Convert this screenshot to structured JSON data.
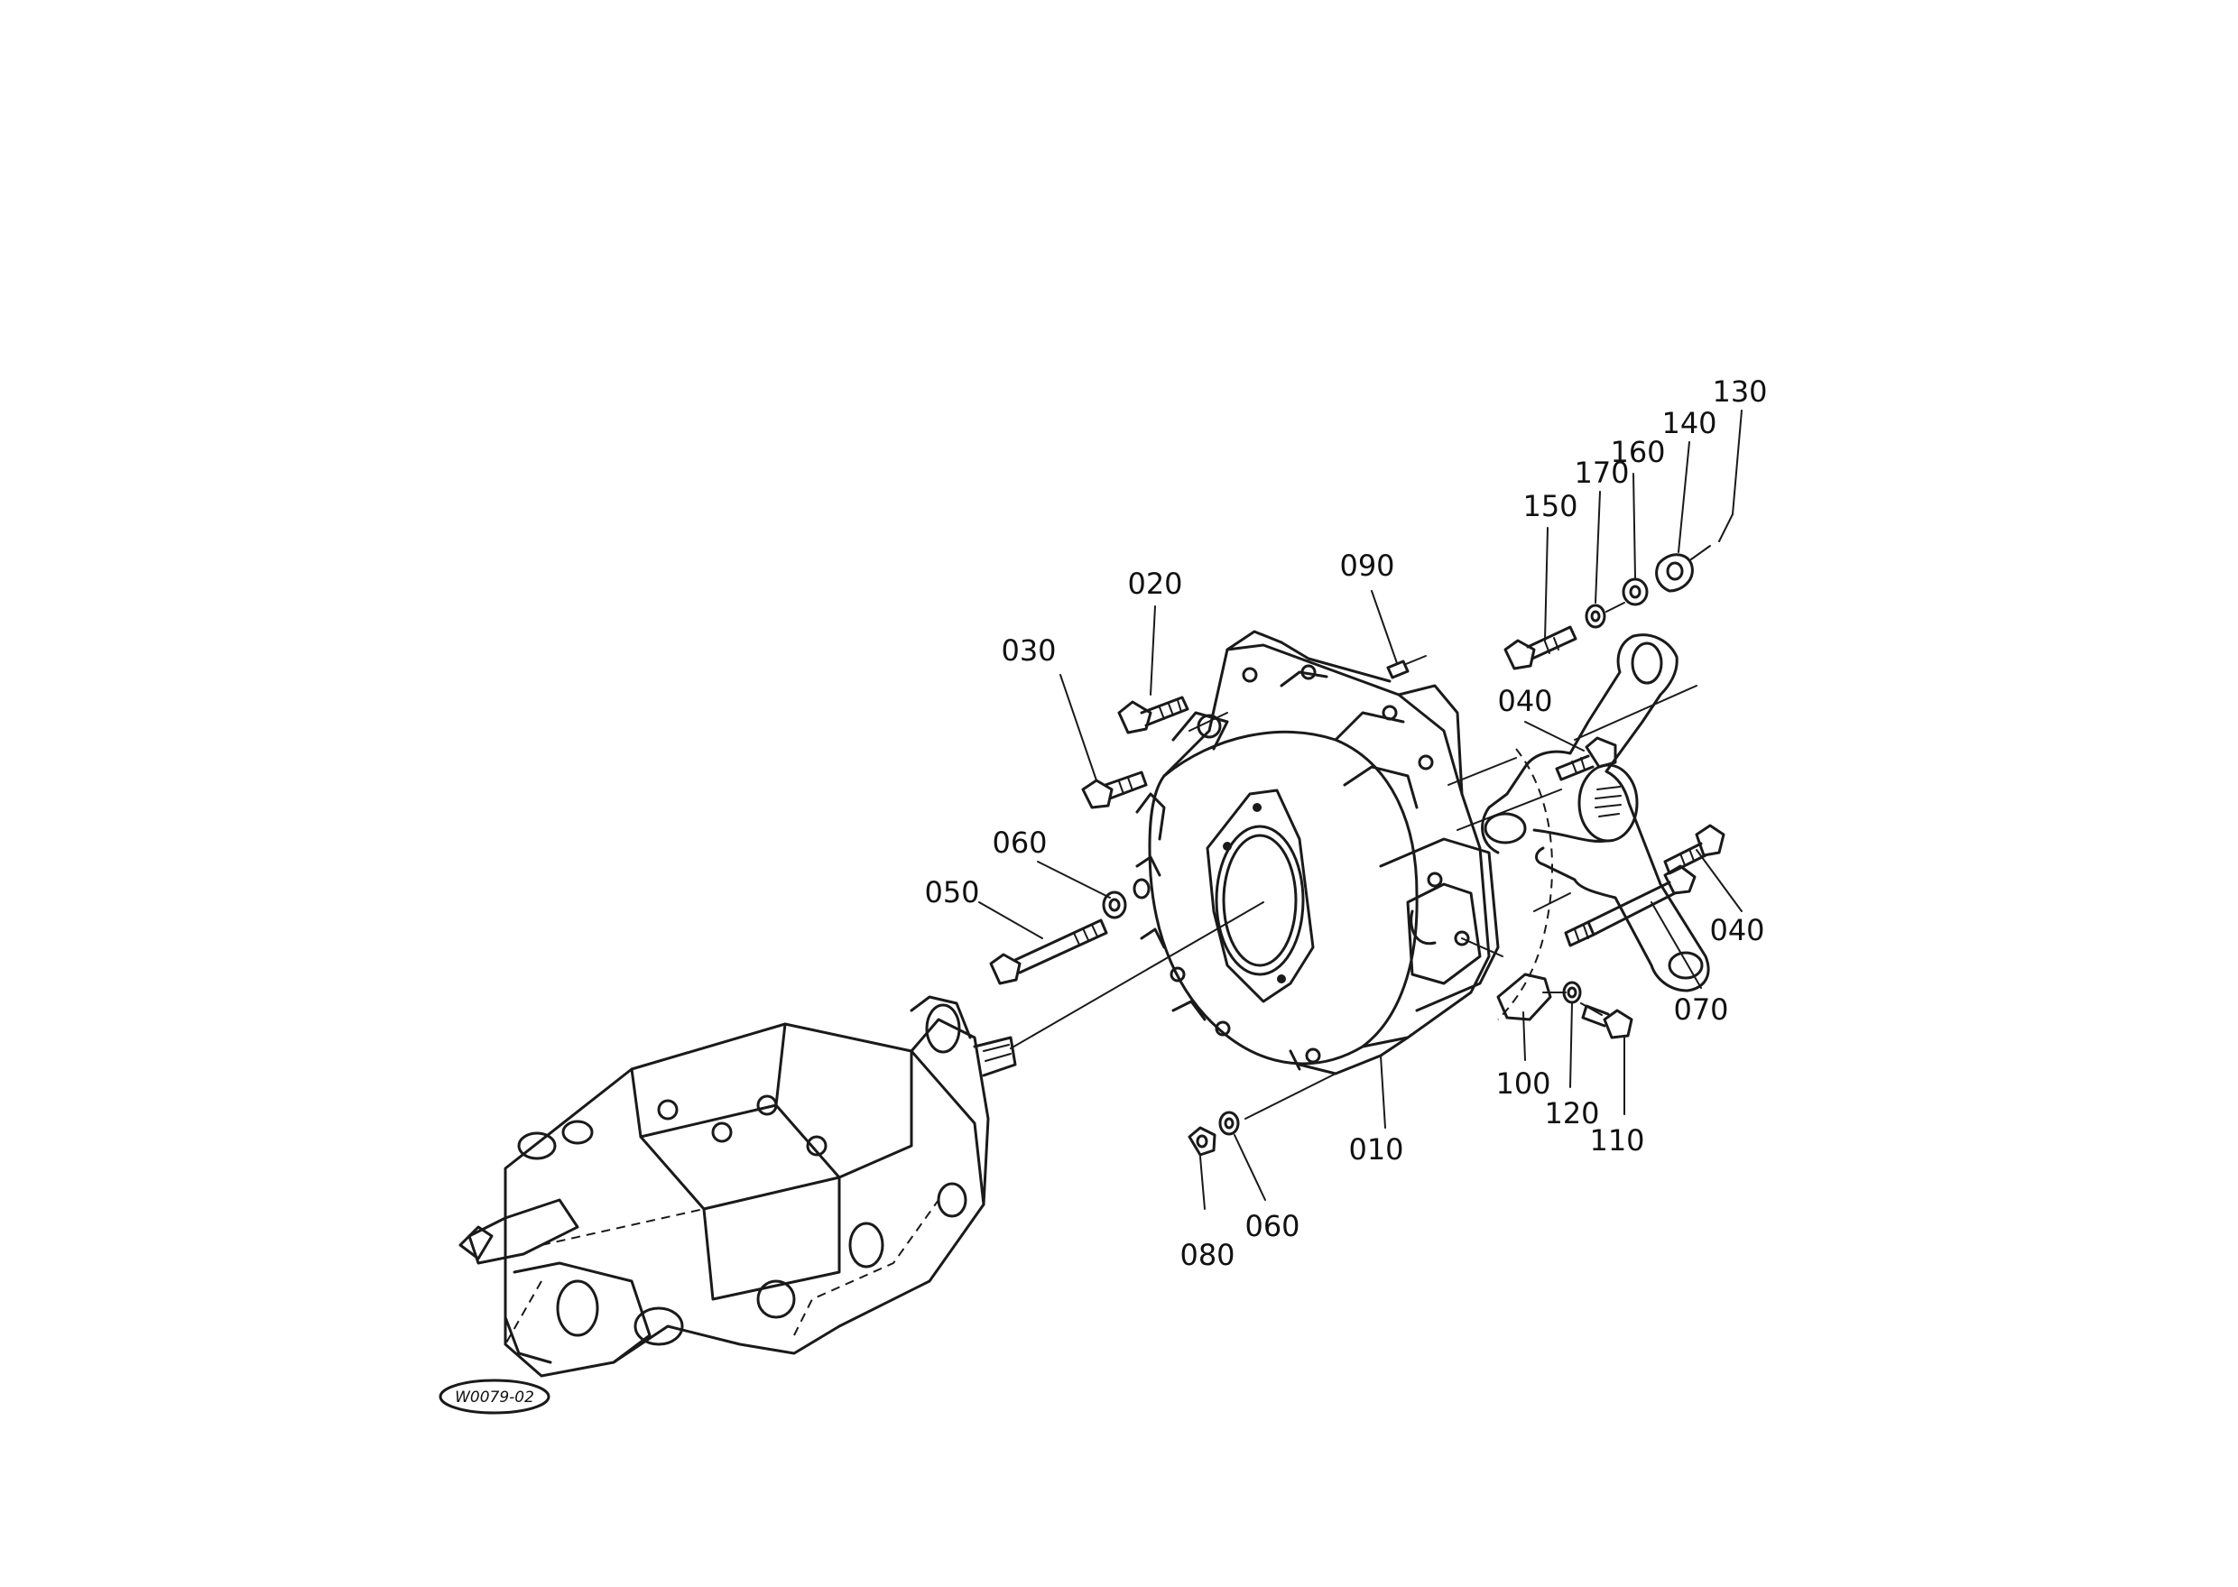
{
  "diagram": {
    "drawing_code": "W0079-02",
    "part_labels": {
      "p010": "010",
      "p020": "020",
      "p030": "030",
      "p040a": "040",
      "p040b": "040",
      "p050": "050",
      "p060a": "060",
      "p060b": "060",
      "p070": "070",
      "p080": "080",
      "p090": "090",
      "p100": "100",
      "p110": "110",
      "p120": "120",
      "p130": "130",
      "p140": "140",
      "p150": "150",
      "p160": "160",
      "p170": "170"
    },
    "ink_color": "#1a1a1a",
    "background_color": "#ffffff"
  }
}
